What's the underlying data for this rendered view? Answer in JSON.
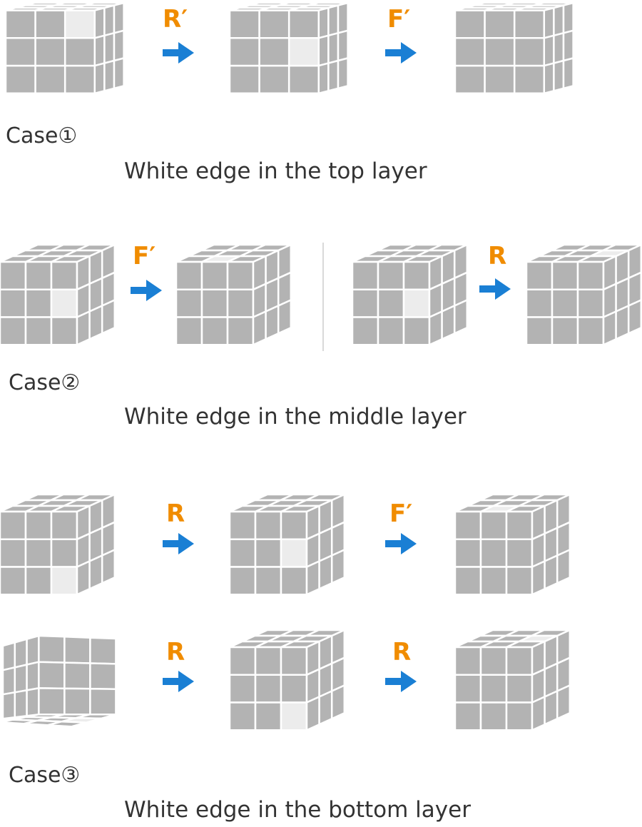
{
  "colors": {
    "cube_gray": "#b3b3b3",
    "white_sticker": "#ececec",
    "grid_line": "#ffffff",
    "move_orange": "#f08c00",
    "arrow_blue": "#1a7fd4",
    "text": "#333333"
  },
  "cases": [
    {
      "label": "Case①",
      "caption": "White edge in the top layer",
      "rows": [
        {
          "cubes": [
            {
              "view": "front-right",
              "white_stickers": [
                {
                  "face": "front",
                  "row": 0,
                  "col": 2
                }
              ]
            },
            {
              "view": "front-right",
              "white_stickers": [
                {
                  "face": "front",
                  "row": 1,
                  "col": 2
                }
              ]
            },
            {
              "view": "front-right",
              "white_stickers": []
            }
          ],
          "moves": [
            "R′",
            "F′"
          ]
        }
      ]
    },
    {
      "label": "Case②",
      "caption": "White edge in the middle layer",
      "rows": [
        {
          "cubes": [
            {
              "view": "iso",
              "white_stickers": [
                {
                  "face": "front",
                  "row": 1,
                  "col": 2
                }
              ]
            },
            {
              "view": "iso",
              "white_stickers": [
                {
                  "face": "top",
                  "row": 2,
                  "col": 1
                }
              ]
            },
            {
              "view": "iso",
              "white_stickers": [
                {
                  "face": "front",
                  "row": 1,
                  "col": 2
                }
              ]
            },
            {
              "view": "iso",
              "white_stickers": [
                {
                  "face": "top",
                  "row": 1,
                  "col": 2
                }
              ]
            }
          ],
          "moves": [
            "F′",
            "R"
          ]
        }
      ]
    },
    {
      "label": "Case③",
      "caption": "White edge in the bottom layer",
      "rows": [
        {
          "cubes": [
            {
              "view": "iso",
              "white_stickers": [
                {
                  "face": "front",
                  "row": 2,
                  "col": 2
                }
              ]
            },
            {
              "view": "iso",
              "white_stickers": [
                {
                  "face": "front",
                  "row": 1,
                  "col": 2
                }
              ]
            },
            {
              "view": "iso",
              "white_stickers": [
                {
                  "face": "top",
                  "row": 2,
                  "col": 1
                }
              ]
            }
          ],
          "moves": [
            "R",
            "F′"
          ]
        },
        {
          "cubes": [
            {
              "view": "bottom",
              "white_stickers": [
                {
                  "face": "bottom",
                  "row": 1,
                  "col": 2
                }
              ]
            },
            {
              "view": "iso",
              "white_stickers": [
                {
                  "face": "front",
                  "row": 2,
                  "col": 2
                }
              ]
            },
            {
              "view": "iso",
              "white_stickers": [
                {
                  "face": "top",
                  "row": 1,
                  "col": 2
                }
              ]
            }
          ],
          "moves": [
            "R",
            "R"
          ]
        }
      ]
    }
  ]
}
